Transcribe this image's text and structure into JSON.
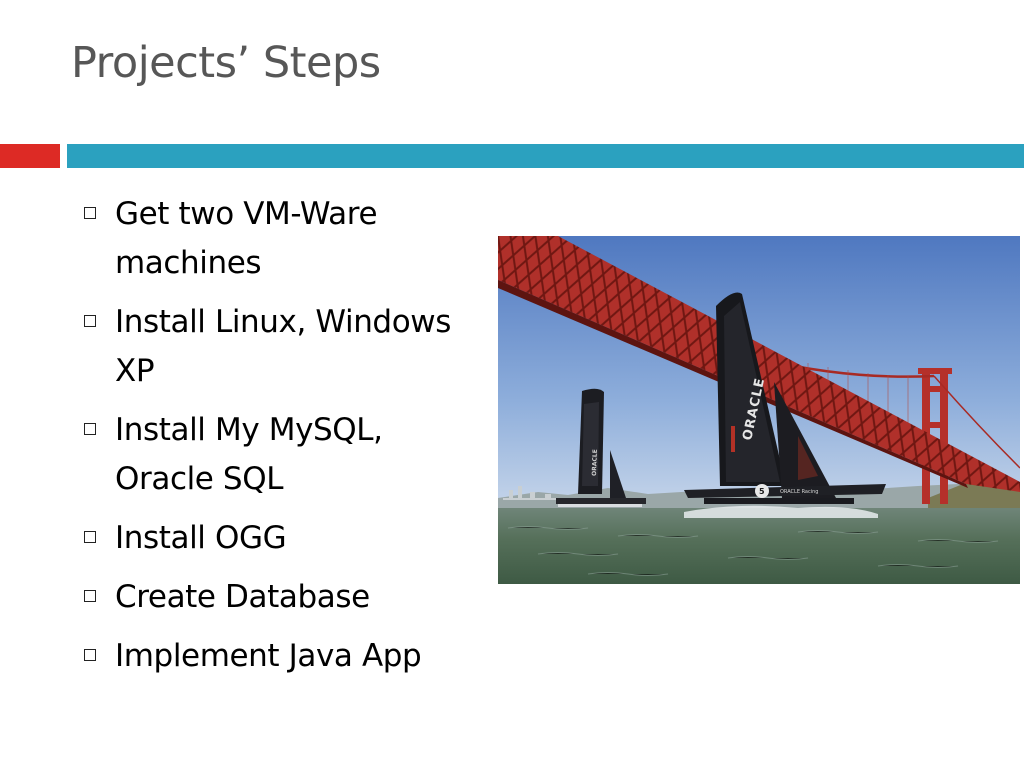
{
  "slide": {
    "title": "Projects’ Steps",
    "bullets": [
      "Get two VM-Ware machines",
      "Install Linux, Windows XP",
      "Install My MySQL, Oracle SQL",
      "Install OGG",
      "Create Database",
      "Implement Java App"
    ],
    "bullet_icon": "hollow-square-icon"
  },
  "photo": {
    "sail_text": "ORACLE",
    "hull_number": "5",
    "hull_text": "ORACLE Racing"
  },
  "colors": {
    "title_text": "#575757",
    "accent_red": "#dd2a25",
    "accent_blue": "#2ba1bf",
    "bridge": "#b5302a",
    "sky_top": "#5a7fc2",
    "water": "#4f6a52"
  }
}
